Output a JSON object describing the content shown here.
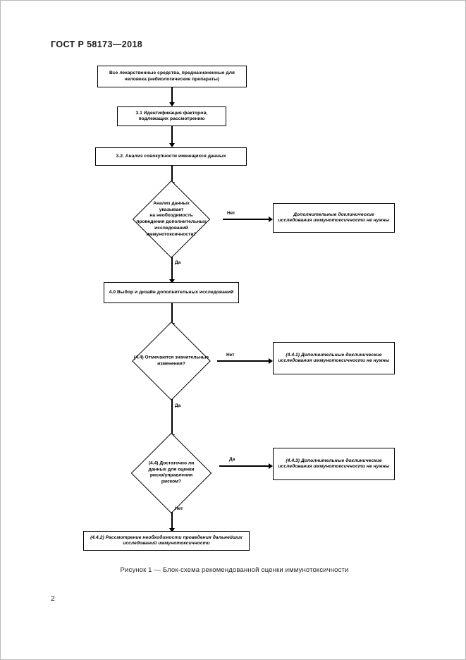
{
  "document": {
    "header": "ГОСТ Р 58173—2018",
    "page_number": "2",
    "caption": "Рисунок 1 — Блок-схема рекомендованной оценки иммунотоксичности"
  },
  "flowchart": {
    "nodes": {
      "start": "Все лекарственные средства, предназначенные для человека (небиологические препараты)",
      "step_3_1": "3.1 Идентификация факторов, подлежащих рассмотрению",
      "step_3_2": "3.2. Анализ совокупности имеющихся данных",
      "decision_1": "Анализ данных\nуказывает\nна необходимость\nпроведения дополнительных\nисследований\nиммунотоксичности?",
      "outcome_1": "Дополнительные доклинические исследования иммунотоксичности не нужны",
      "step_4_0": "4.0 Выбор и дизайн дополнительных исследований",
      "decision_2": "(4.4) Отмечаются значительные\nизменения?",
      "outcome_4_4_1": "(4.4.1) Дополнительные доклинические исследования иммунотоксичности не нужны",
      "decision_3": "(4.4) Достаточно ли\nданных для оценки\nриска/управления\nриском?",
      "outcome_4_4_3": "(4.4.3) Дополнительные доклинические исследования иммунотоксичности не нужны",
      "outcome_4_4_2": "(4.4.2) Рассмотрение необходимости проведения дальнейших исследований иммунотоксичности"
    },
    "edges": {
      "d1_no": "Нет",
      "d1_yes": "Да",
      "d2_no": "Нет",
      "d2_yes": "Да",
      "d3_yes": "Да",
      "d3_no": "Нет"
    }
  }
}
